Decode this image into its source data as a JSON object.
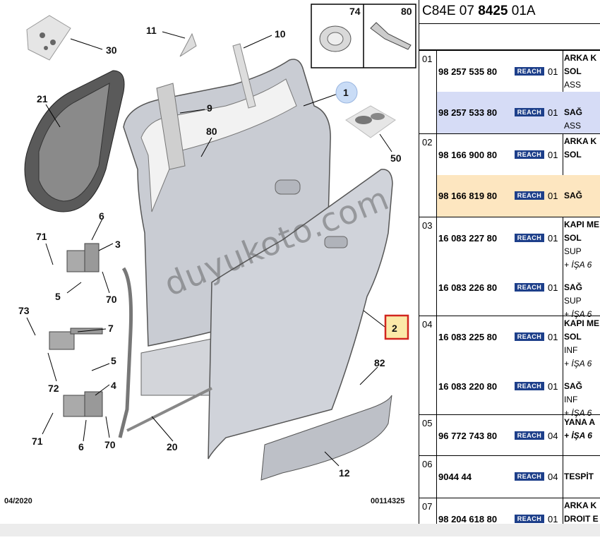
{
  "diagram": {
    "callouts": [
      "74",
      "80",
      "11",
      "10",
      "30",
      "21",
      "1",
      "9",
      "80",
      "50",
      "6",
      "71",
      "3",
      "5",
      "70",
      "73",
      "7",
      "72",
      "5",
      "4",
      "82",
      "2",
      "71",
      "6",
      "70",
      "20",
      "12"
    ],
    "date": "04/2020",
    "code": "00114325",
    "highlighted_callout": "2",
    "watermark": "duyukoto.com"
  },
  "parts": {
    "title_prefix": "C84E 07 ",
    "title_bold": "8425",
    "title_suffix": " 01A",
    "reach_label": "REACH",
    "colors": {
      "blue_highlight": "#d6dcf6",
      "yellow_highlight": "#fde6c0",
      "reach_badge": "#1d3f8a"
    },
    "groups": [
      {
        "num": "01",
        "rows": [
          {
            "ref": "98 257 535 80",
            "qty": "01",
            "d1": "ARKA K",
            "d2": "SOL",
            "d3": "ASS"
          },
          {
            "ref": "98 257 533 80",
            "qty": "01",
            "d1": "SAĞ",
            "d2": "ASS",
            "d3": ""
          }
        ]
      },
      {
        "num": "02",
        "rows": [
          {
            "ref": "98 166 900 80",
            "qty": "01",
            "d1": "ARKA K",
            "d2": "SOL",
            "d3": ""
          },
          {
            "ref": "98 166 819 80",
            "qty": "01",
            "d1": "SAĞ",
            "d2": "",
            "d3": ""
          }
        ]
      },
      {
        "num": "03",
        "rows": [
          {
            "ref": "16 083 227 80",
            "qty": "01",
            "d1": "KAPI ME",
            "d2": "SOL",
            "d3": "SUP",
            "d4": "+ İŞA 6"
          },
          {
            "ref": "16 083 226 80",
            "qty": "01",
            "d1": "SAĞ",
            "d2": "SUP",
            "d3": "+ İŞA 6"
          }
        ]
      },
      {
        "num": "04",
        "rows": [
          {
            "ref": "16 083 225 80",
            "qty": "01",
            "d1": "KAPI ME",
            "d2": "SOL",
            "d3": "INF",
            "d4": "+ İŞA 6"
          },
          {
            "ref": "16 083 220 80",
            "qty": "01",
            "d1": "SAĞ",
            "d2": "INF",
            "d3": "+ İŞA 6"
          }
        ]
      },
      {
        "num": "05",
        "rows": [
          {
            "ref": "96 772 743 80",
            "qty": "04",
            "d1": "YANA A",
            "d2": "+ İŞA 6"
          }
        ]
      },
      {
        "num": "06",
        "rows": [
          {
            "ref": "9044 44",
            "qty": "04",
            "d1": "TESPİT"
          }
        ]
      },
      {
        "num": "07",
        "rows": [
          {
            "ref": "98 204 618 80",
            "qty": "01",
            "d1": "ARKA K",
            "d2": "DROIT E"
          }
        ]
      }
    ]
  }
}
